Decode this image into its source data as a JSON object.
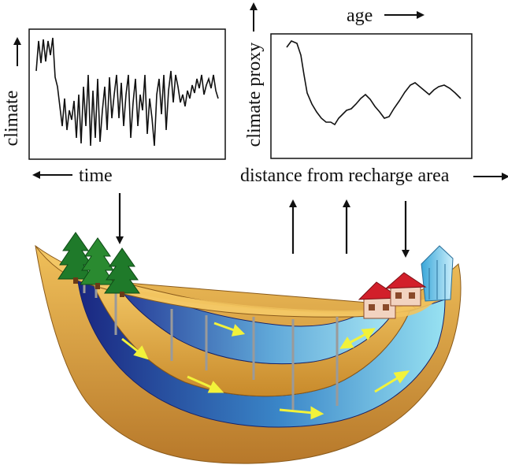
{
  "left_panel": {
    "y_label": "climate",
    "x_label": "time"
  },
  "right_panel": {
    "y_label": "climate proxy",
    "top_label": "age",
    "x_label": "distance from recharge area"
  },
  "colors": {
    "sediment": "#e8b04a",
    "sediment_shade": "#c58a2a",
    "water_deep": "#1f2f8a",
    "water_mid": "#3f7fc4",
    "water_light": "#8fd8ec",
    "flow_arrow": "#f2f23a",
    "tree": "#1f7a2a"
  },
  "icons": [
    "tree-icon",
    "house-icon",
    "building-icon",
    "flow-arrow-icon"
  ]
}
